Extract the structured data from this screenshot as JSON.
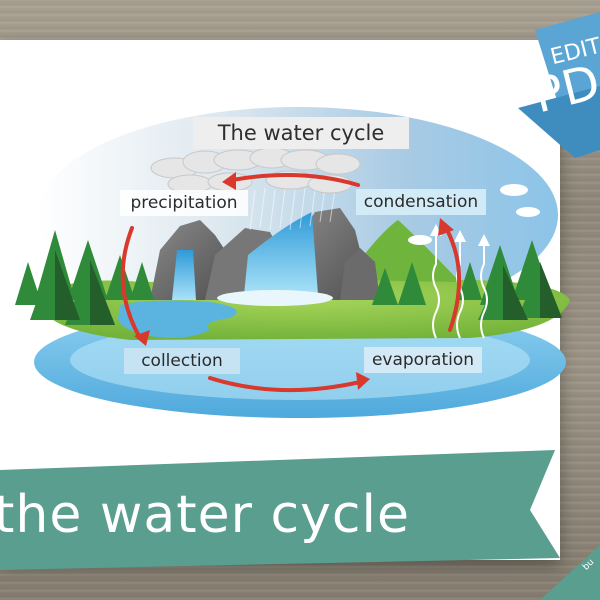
{
  "diagram": {
    "title": "The water cycle",
    "stages": {
      "precipitation": "precipitation",
      "condensation": "condensation",
      "collection": "collection",
      "evaporation": "evaporation"
    }
  },
  "banner": {
    "text": "the water cycle"
  },
  "badge": {
    "line1": "EDITA",
    "line2": "PD"
  },
  "corner_tab": {
    "text": "bu"
  },
  "colors": {
    "ribbon": "#5a9e90",
    "badge": "#5aa5d4",
    "arrow": "#d9382c",
    "water": "#5bb4e0",
    "grass": "#8ac84a",
    "tree": "#2f8a3a"
  }
}
